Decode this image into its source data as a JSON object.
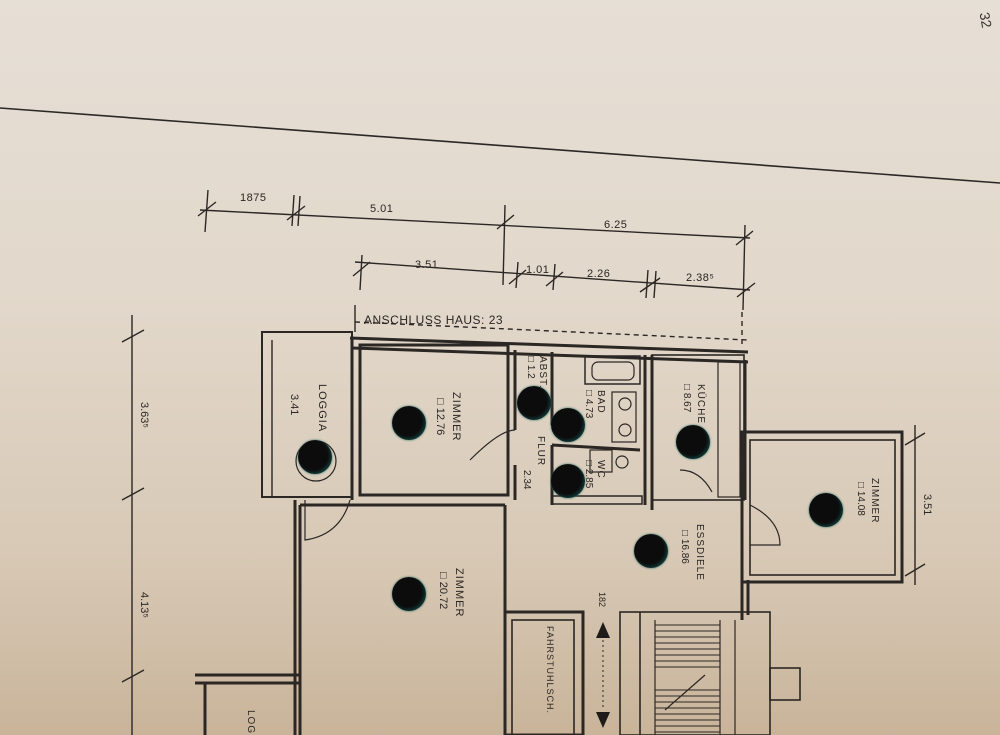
{
  "corner_mark": "32",
  "dimensions": {
    "top_row": [
      "1875",
      "5.01",
      "6.25"
    ],
    "second_row": [
      "3.51",
      "1.01",
      "2.26",
      "2.38⁵"
    ],
    "left_side": [
      "3.63⁵",
      "4.13⁵"
    ],
    "right_side": "3.51",
    "stair_width": "182"
  },
  "header_label": "ANSCHLUSS HAUS: 23",
  "rooms": [
    {
      "name": "LOGGIA",
      "area": "3.41"
    },
    {
      "name": "ZIMMER",
      "area": "□ 12.76"
    },
    {
      "name": "ABST.",
      "area": "□ 1.2"
    },
    {
      "name": "BAD",
      "area": "□ 4.73"
    },
    {
      "name": "FLUR",
      "area": "2.34"
    },
    {
      "name": "WC",
      "area": "□ 2.85"
    },
    {
      "name": "KÜCHE",
      "area": "□ 8.67"
    },
    {
      "name": "ZIMMER",
      "area": "□ 14.08"
    },
    {
      "name": "ESSDIELE",
      "area": "□ 16.86"
    },
    {
      "name": "ZIMMER",
      "area": "□ 20.72"
    },
    {
      "name": "FAHRSTUHLSCH.",
      "area": ""
    },
    {
      "name": "LOG",
      "area": ""
    }
  ]
}
